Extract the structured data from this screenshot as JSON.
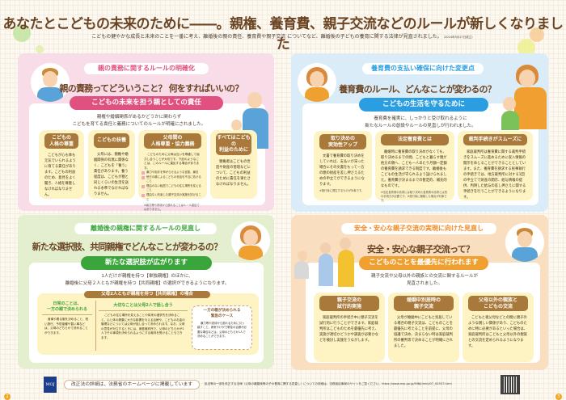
{
  "header": {
    "title": "あなたとこどもの未来のために――。親権、養育費、親子交流などのルールが新しくなりました",
    "subtitle": "こどもの健やかな成長と未来のことを一番に考え、離婚後の親の責任、養育費や親子交流 についてなど、離婚後の子どもの養育に関する法律が見直されました。",
    "date_note": "（2024年5月17日成立）"
  },
  "colors": {
    "pink": "#e0517f",
    "blue": "#2a9ee0",
    "green": "#3aa53a",
    "orange": "#f0a030",
    "brown": "#a8793a",
    "title": "#6b4423"
  },
  "panels": {
    "parental_duty": {
      "tag": "親の責務に関するルールの明確化",
      "question": "親の責務ってどういうこと？ 何をすればいいの？",
      "bar": "こどもの未来を担う親としての責任",
      "lead1": "親権や婚姻関係があるかどうかに関わらず",
      "lead2": "こどもを育てる責任と義務についてのルールが明確にされました。",
      "cards": [
        {
          "title": "こどもの\n人格の尊重",
          "body": "こどもが心も体も元気でいられるように育てる責任があります。こどもの利益のため、意見をよく聞き、人格を尊重しなければなりません。"
        },
        {
          "title": "こどもの扶養",
          "body": "父母には、親権や婚姻関係の有無に関係なく、こどもを「養う」責任があります。養う程度は、こどもが親と同じくらいの生活を送れる水準でなければなりません。"
        },
        {
          "title": "父母間の\n人格尊重・協力義務",
          "body": "こどものために父母は互いを尊重して協力し合うことが大切です。下記のようなことは、このルールに違反する場合があります。",
          "items": [
            "暴力や相手を怖がらせるような言動、暴言",
            "他方の親によるこどもの世話を不当に妨げること",
            "理由のない転居でこどもの住む場所を変えること",
            "理由なく約束した親子交流の実施を妨げること"
          ],
          "note": "※暴力等や虐待から逃れることはルール違反ではありません。"
        },
        {
          "title": "すべてはこどもの\n利益のために",
          "body": "親権者はこどもの世話や財産の管理などについて、こどもの利益のために責任を果たさなければなりません。"
        }
      ]
    },
    "child_support": {
      "tag": "養育費の支払い確保に向けた変更点",
      "question": "養育費のルール、どんなことが変わるの？",
      "bar": "こどもの生活を守るために",
      "lead1": "養育費を確実に、しっかりと受け取れるように",
      "lead2": "新たなルールの創設やルールの見直しが行われました。",
      "cards": [
        {
          "title": "取り決めの\n実効性アップ",
          "body": "文書で養育費の取り決めをしていれば、支払いが滞った場合にその文書をもって一方の親の財産を差し押さえるための申立てができるようになります。",
          "note": "※施行後に発生するものが対象です。"
        },
        {
          "title": "法定養育費とは",
          "body": "離婚時に養育費の取り決めがなくても、取り決めるまでの間、こどもと暮らす親が他方の親へ、こども一人あたり月額一定額の養育費を請求できる制度です。離婚後もこどもの生活が守られるよう設けられました。養育費が決まるまでの暫定的、補充的なものです。",
          "note": "※法定養育費の請求には取り決めた養育費の請求とは別の手続きが必要です。※施行後に離婚した場合が対象です。"
        },
        {
          "title": "裁判手続きがスムーズに",
          "body": "家庭裁判所は養育費に関する裁判手続きをスムーズに進めるために収入情報の開示を命じることができることとしています。また、養育費を請求する民事執行の手続きでは、地方裁判所に対する1回の申立てで財産の開示、給与情報の提供、判明した給与の差し押さえに関する手続きを行うことができるようになります。"
        }
      ]
    },
    "custody": {
      "tag": "離婚後の親権に関するルールの見直し",
      "question": "新たな選択肢、共同親権でどんなことが変わるの？",
      "bar": "新たな選択肢が広がります",
      "lead1": "1人だけが親権を持つ【単独親権】のほかに、",
      "lead2": "離婚後に父母２人ともが親権を持つ【共同親権】の選択ができるようになります。",
      "sub_bar": "父母2人ともが親権を持つ【共同親権】の場合",
      "col1_title": "日常のことは、\n一方の親で決められる",
      "col1_body": "食事や着る服を決めること、短い旅行、予防接種や習い事などは、父母のどちらかで決めることができます。",
      "col2_title": "大切なことは父母2人で話し合う",
      "col2_body": "こどもの住む場所を変えることや将来の進学先を決めること、心と体の健康に大きな影響を与える治療や、こどものお金の管理などについては父母が話し合って決められます。なお、父母の意見が対立するときには、家庭裁判所で、父母のどちらかが1人でその事項を決められるようにする裁判を受けることもできます。",
      "emergency_title": "一方の親が決められる\n緊急のケース",
      "emergency_body": "暴力等や虐待から逃れるために引っ越すこと、病気やけがで緊急の治療が必要な場合などは、父母のどちらか1人で決めることができます。"
    },
    "visitation": {
      "tag": "安全・安心な親子交流の実現に向けた見直し",
      "question": "安全・安心な親子交流って？",
      "bar": "こどものことを最優先に行われます",
      "lead1": "親子交流や父母以外の親族との交流に関するルールが",
      "lead2": "見直されました。",
      "cards": [
        {
          "title": "親子交流の\n試行的実施",
          "body": "家庭裁判所の手続き中に親子交流を試行的に行うことができます。家庭裁判所はこどものためを最優先に考え、実施が適切かどうかや調査が必要かなどを検討し実施をうながします。"
        },
        {
          "title": "婚姻中別居時の\n親子交流",
          "body": "父母が婚姻中にこどもと別居している場合の親子交流は、こどものことを最優先に考えることを前提に、父母の協議で決め、決まらない時は家庭裁判所の審判等で決めることが明確にされました。"
        },
        {
          "title": "父母以外の親族と\nこどもの交流",
          "body": "こどもと祖父母などとの間に親子のような親しい関係があり、こどものために特に必要があるといった場合は、家庭裁判所はこどもと父母以外の親族との交流を定められるようになります。"
        }
      ]
    }
  },
  "footer": {
    "logo": "MOJ",
    "notice": "改正法の詳細は、法務省のホームページに掲載しています",
    "detail": "民法等の一部を改正する法律（父母の離婚後等の子の養育に関する見直し）についての詳細は、法務省民事局のサイトをご覧ください。https://www.moj.go.jp/MINJI/minji07_00357.html",
    "page_left": "2",
    "page_right": "3"
  }
}
